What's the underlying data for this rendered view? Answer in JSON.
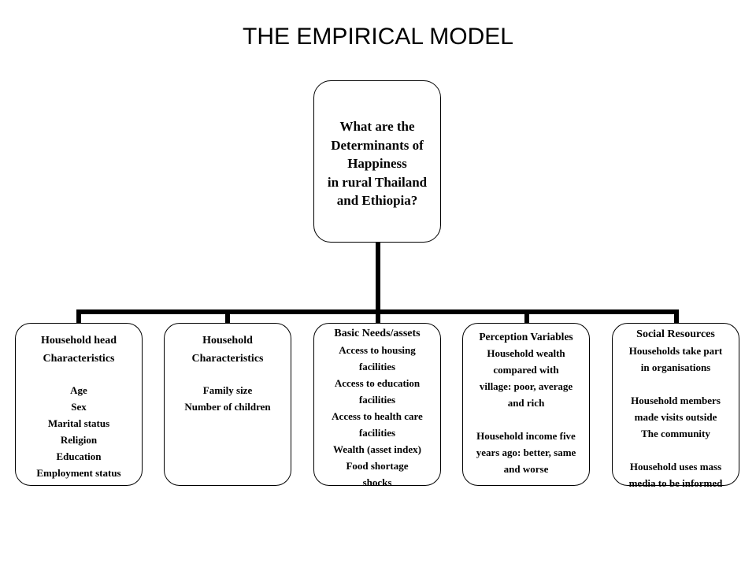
{
  "page_title": "THE EMPIRICAL MODEL",
  "root": {
    "lines": [
      "What are the",
      "Determinants  of",
      "Happiness",
      "in rural Thailand",
      "and Ethiopia?"
    ]
  },
  "branches": [
    {
      "title_lines": [
        "Household head",
        "Characteristics"
      ],
      "items": [
        "Age",
        "Sex",
        "Marital status",
        "Religion",
        "Education",
        "Employment  status"
      ]
    },
    {
      "title_lines": [
        "Household",
        "Characteristics"
      ],
      "items": [
        "Family size",
        "Number  of children"
      ]
    },
    {
      "title_lines": [
        "Basic Needs/assets"
      ],
      "items": [
        "Access to housing",
        "facilities",
        "Access to education",
        "facilities",
        "Access to health care",
        "facilities",
        "Wealth (asset index)",
        "Food shortage",
        "shocks"
      ]
    },
    {
      "title_lines": [
        "Perception Variables"
      ],
      "items": [
        "Household wealth",
        "compared with",
        "village: poor, average",
        "and rich",
        "",
        "Household income five",
        "years ago: better, same",
        "and worse"
      ]
    },
    {
      "title_lines": [
        "Social Resources"
      ],
      "items": [
        "Households take part",
        "in organisations",
        "",
        "Household members",
        "made visits outside",
        "The community",
        "",
        "Household uses mass",
        "media to be informed"
      ]
    }
  ]
}
